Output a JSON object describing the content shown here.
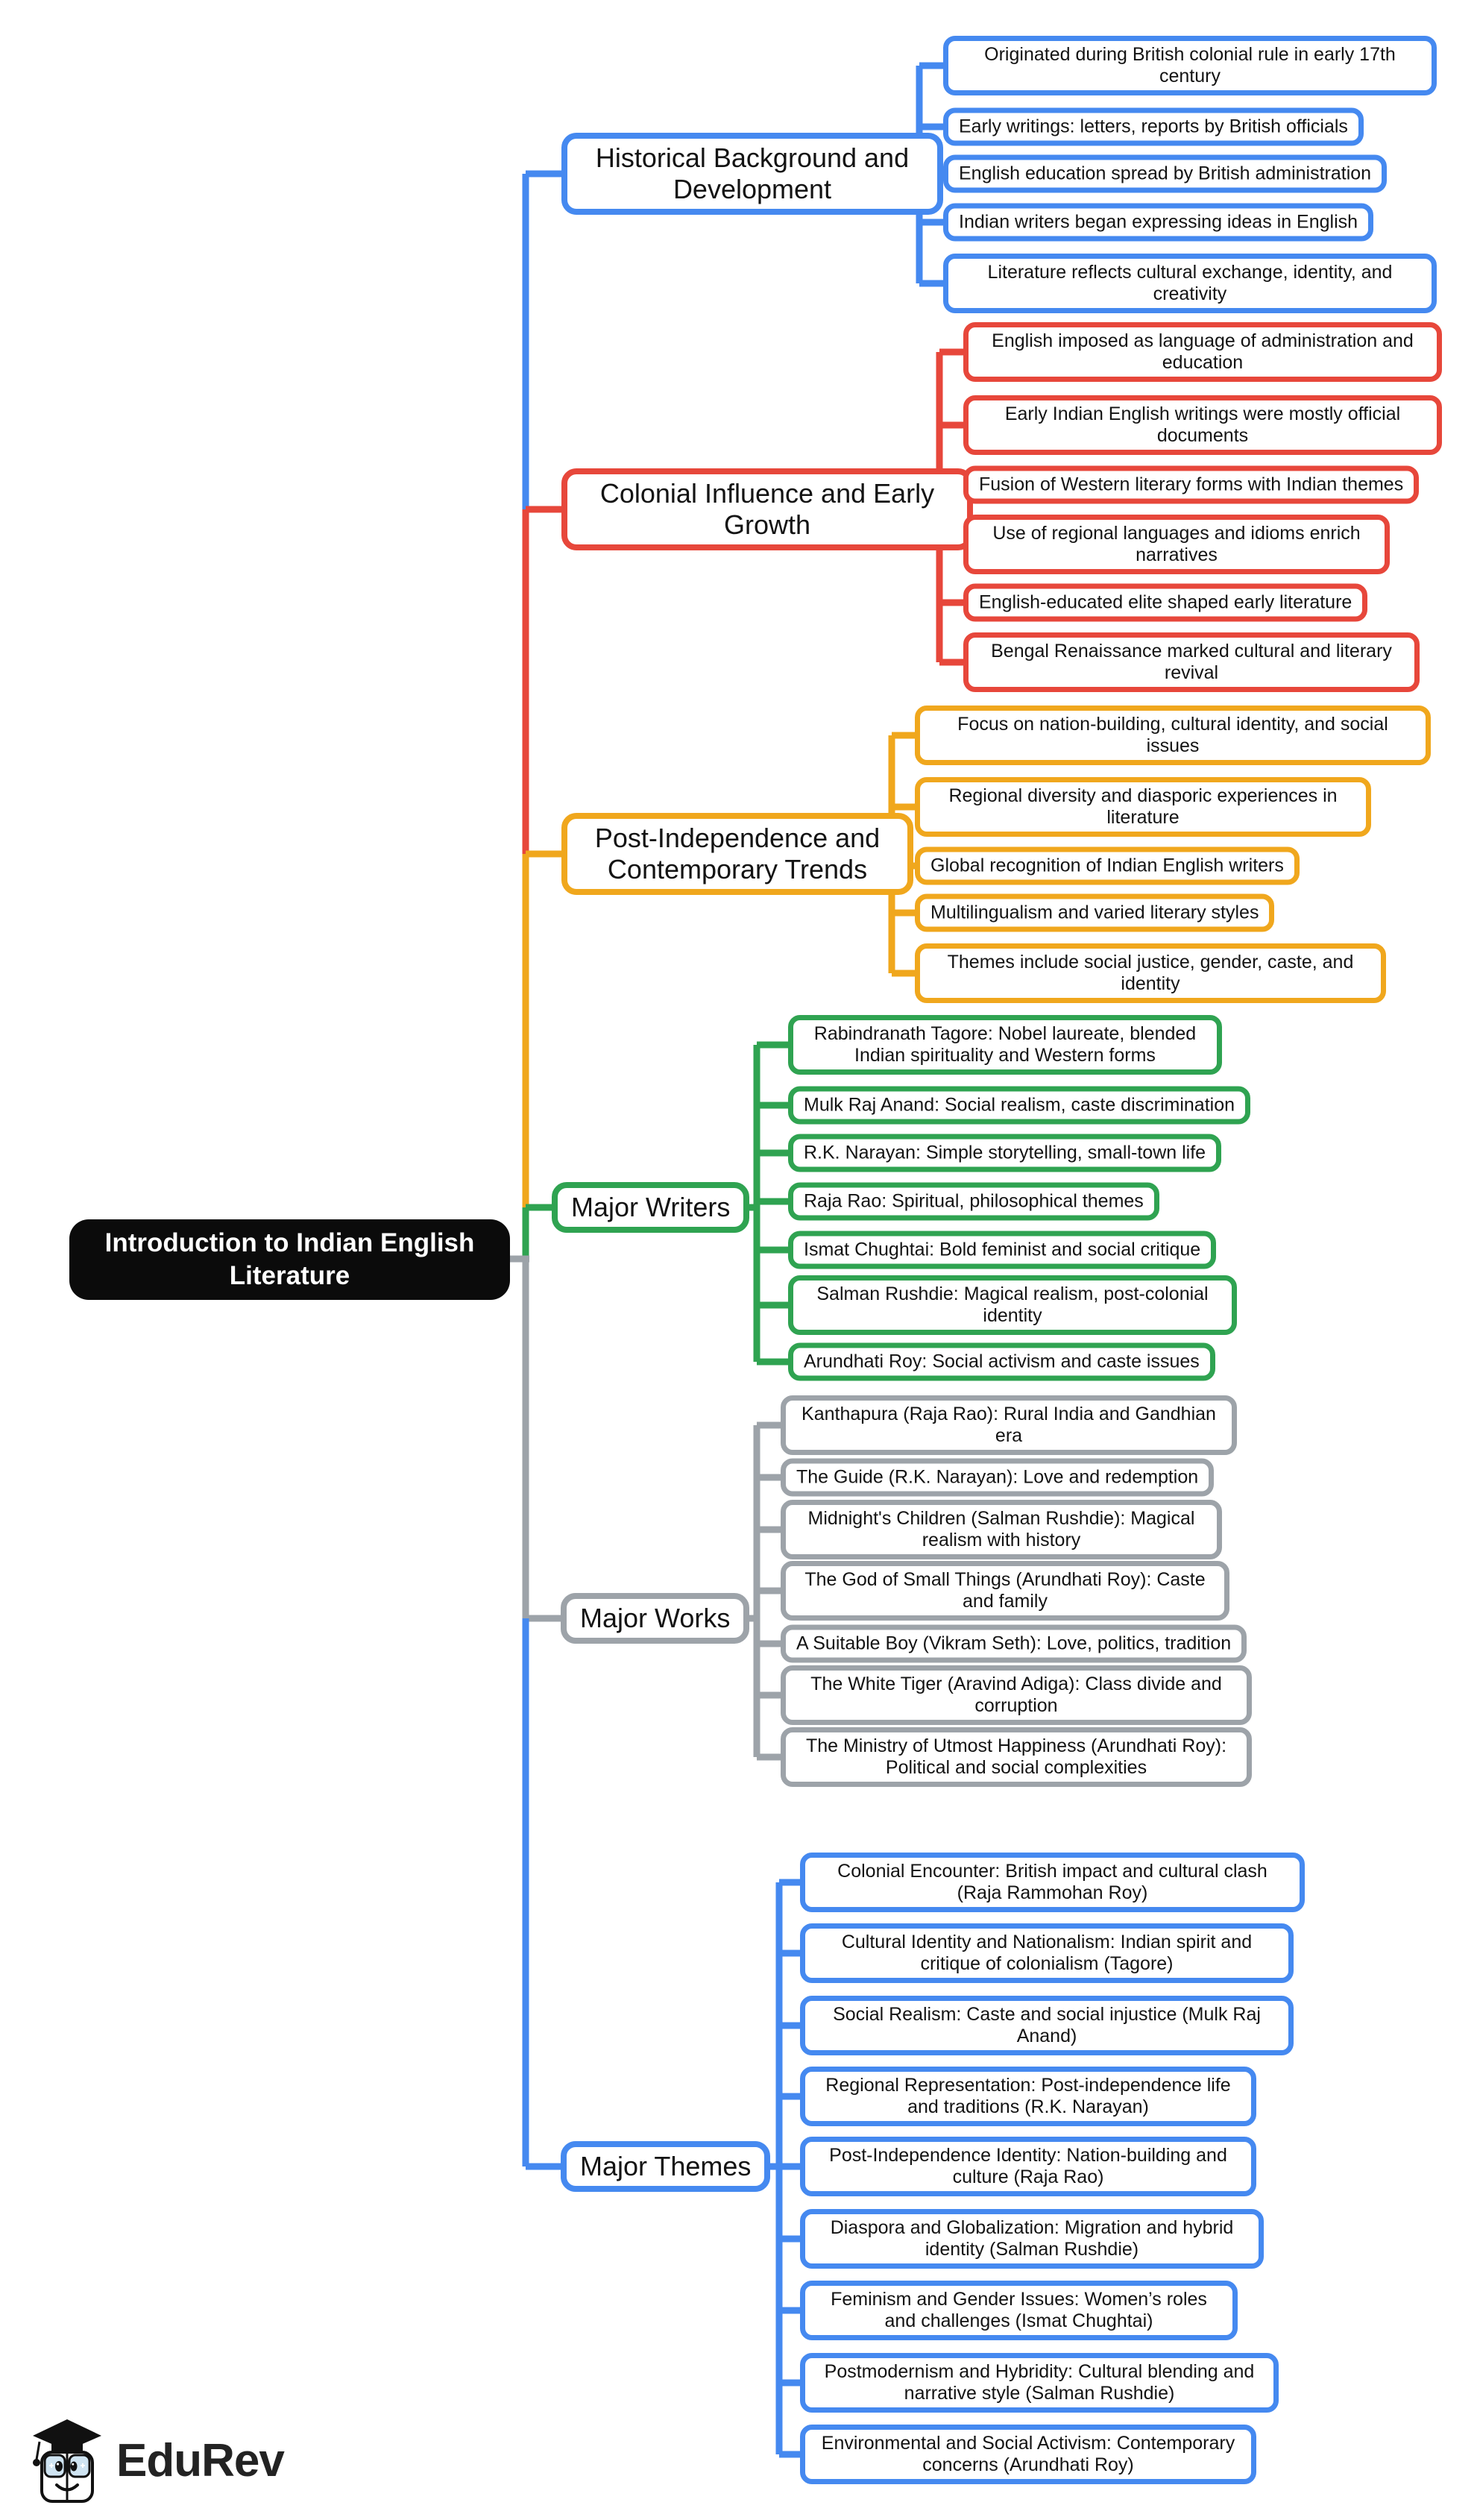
{
  "root": {
    "title": "Introduction to Indian English Literature"
  },
  "branches": [
    {
      "label": "Historical Background and Development",
      "color": "#4589F0",
      "leaves": [
        "Originated during British colonial rule in early 17th century",
        "Early writings: letters, reports by British officials",
        "English education spread by British administration",
        "Indian writers began expressing ideas in English",
        "Literature reflects cultural exchange, identity, and creativity"
      ]
    },
    {
      "label": "Colonial Influence and Early Growth",
      "color": "#E7473B",
      "leaves": [
        "English imposed as language of administration and education",
        "Early Indian English writings were mostly official documents",
        "Fusion of Western literary forms with Indian themes",
        "Use of regional languages and idioms enrich narratives",
        "English-educated elite shaped early literature",
        "Bengal Renaissance marked cultural and literary revival"
      ]
    },
    {
      "label": "Post-Independence and Contemporary Trends",
      "color": "#F0A71D",
      "leaves": [
        "Focus on nation-building, cultural identity, and social issues",
        "Regional diversity and diasporic experiences in literature",
        "Global recognition of Indian English writers",
        "Multilingualism and varied literary styles",
        "Themes include social justice, gender, caste, and identity"
      ]
    },
    {
      "label": "Major Writers",
      "color": "#2FA351",
      "leaves": [
        "Rabindranath Tagore: Nobel laureate, blended Indian spirituality and Western forms",
        "Mulk Raj Anand: Social realism, caste discrimination",
        "R.K. Narayan: Simple storytelling, small-town life",
        "Raja Rao: Spiritual, philosophical themes",
        "Ismat Chughtai: Bold feminist and social critique",
        "Salman Rushdie: Magical realism, post-colonial identity",
        "Arundhati Roy: Social activism and caste issues"
      ]
    },
    {
      "label": "Major Works",
      "color": "#9DA3A9",
      "leaves": [
        "Kanthapura (Raja Rao): Rural India and Gandhian era",
        "The Guide (R.K. Narayan): Love and redemption",
        "Midnight's Children (Salman Rushdie): Magical realism with history",
        "The God of Small Things (Arundhati Roy): Caste and family",
        "A Suitable Boy (Vikram Seth): Love, politics, tradition",
        "The White Tiger (Aravind Adiga): Class divide and corruption",
        "The Ministry of Utmost Happiness (Arundhati Roy): Political and social complexities"
      ]
    },
    {
      "label": "Major Themes",
      "color": "#4589F0",
      "leaves": [
        "Colonial Encounter: British impact and cultural clash (Raja Rammohan Roy)",
        "Cultural Identity and Nationalism: Indian spirit and critique of colonialism (Tagore)",
        "Social Realism: Caste and social injustice (Mulk Raj Anand)",
        "Regional Representation: Post-independence life and traditions (R.K. Narayan)",
        "Post-Independence Identity: Nation-building and culture (Raja Rao)",
        "Diaspora and Globalization: Migration and hybrid identity (Salman Rushdie)",
        "Feminism and Gender Issues: Women’s roles and challenges (Ismat Chughtai)",
        "Postmodernism and Hybridity: Cultural blending and narrative style (Salman Rushdie)",
        "Environmental and Social Activism: Contemporary concerns (Arundhati Roy)"
      ]
    }
  ],
  "colors": {
    "root_bg": "#0b0b0b",
    "root_text": "#ffffff",
    "root_connector": "#9DA3A9",
    "text": "#131313"
  },
  "logo": {
    "brand": "EduRev",
    "icon": "graduation-cap-mascot-icon"
  }
}
